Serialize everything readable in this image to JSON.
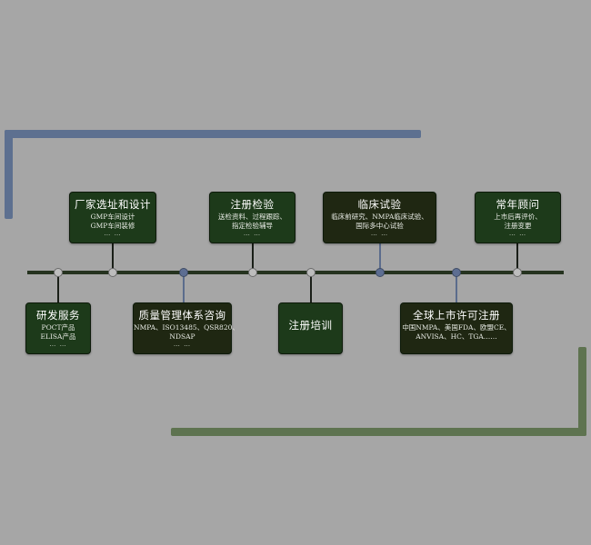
{
  "top_items": [
    {
      "title": "厂家选址和设计",
      "lines": [
        "GMP车间设计",
        "GMP车间装修"
      ],
      "dots": "… …"
    },
    {
      "title": "注册检验",
      "lines": [
        "送检资料、过程跟踪、",
        "指定检验辅导"
      ],
      "dots": "… …"
    },
    {
      "title": "临床试验",
      "lines": [
        "临床前研究、NMPA临床试验、",
        "国际多中心试验"
      ],
      "dots": "… …"
    },
    {
      "title": "常年顾问",
      "lines": [
        "上市后再评价、",
        "注册变更"
      ],
      "dots": "… …"
    }
  ],
  "bottom_items": [
    {
      "title": "研发服务",
      "lines": [
        "POCT产品",
        "ELISA产品"
      ],
      "dots": "… …"
    },
    {
      "title": "质量管理体系咨询",
      "lines": [
        "NMPA、ISO13485、QSR820、",
        "NDSAP"
      ],
      "dots": "… …"
    },
    {
      "title": "注册培训",
      "lines": [],
      "dots": ""
    },
    {
      "title": "全球上市许可注册",
      "lines": [
        "中国NMPA、美国FDA、欧盟CE、",
        "ANVISA、HC、TGA……"
      ],
      "dots": ""
    }
  ],
  "colors": {
    "background": "#a6a6a6",
    "bracket_blue": "#5d7090",
    "bracket_green": "#5e7350",
    "box_green": "#1d3a1a",
    "box_olive": "#1f2712",
    "node_blue": "#5d6e92"
  }
}
